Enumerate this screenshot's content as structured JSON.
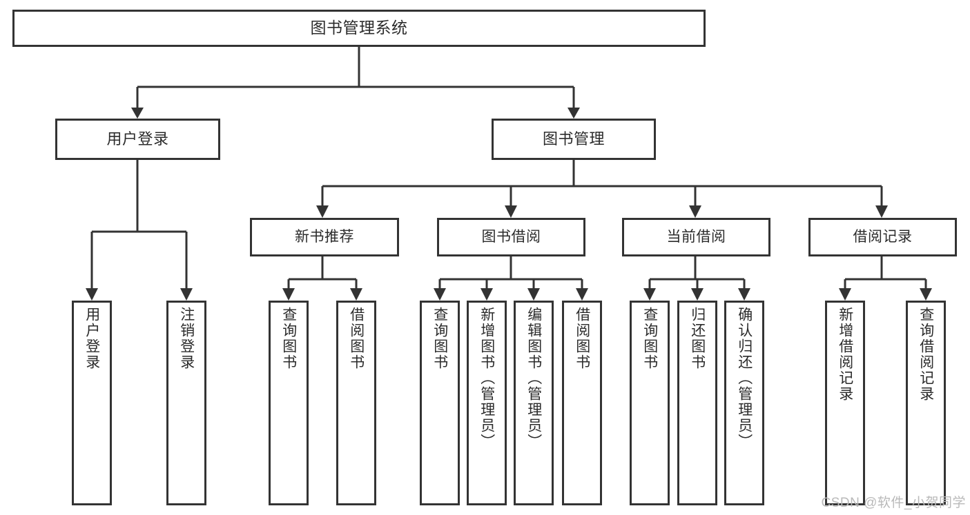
{
  "diagram": {
    "type": "tree",
    "title": "图书管理系统",
    "root": {
      "id": "root",
      "label": "图书管理系统"
    },
    "level1": [
      {
        "id": "user-login",
        "label": "用户登录"
      },
      {
        "id": "book-manage",
        "label": "图书管理"
      }
    ],
    "level2": [
      {
        "id": "new-book-rec",
        "label": "新书推荐",
        "parent": "book-manage"
      },
      {
        "id": "book-borrow",
        "label": "图书借阅",
        "parent": "book-manage"
      },
      {
        "id": "current-borrow",
        "label": "当前借阅",
        "parent": "book-manage"
      },
      {
        "id": "borrow-record",
        "label": "借阅记录",
        "parent": "book-manage"
      }
    ],
    "leaves": {
      "user_login": [
        {
          "id": "leaf-user-login",
          "label": "用户登录"
        },
        {
          "id": "leaf-logout",
          "label": "注销登录"
        }
      ],
      "new_book_rec": [
        {
          "id": "leaf-query-book-1",
          "label": "查询图书"
        },
        {
          "id": "leaf-borrow-book-1",
          "label": "借阅图书"
        }
      ],
      "book_borrow": [
        {
          "id": "leaf-query-book-2",
          "label": "查询图书"
        },
        {
          "id": "leaf-add-book",
          "label": "新增图书（管理员）"
        },
        {
          "id": "leaf-edit-book",
          "label": "编辑图书（管理员）"
        },
        {
          "id": "leaf-borrow-book-2",
          "label": "借阅图书"
        }
      ],
      "current_borrow": [
        {
          "id": "leaf-query-book-3",
          "label": "查询图书"
        },
        {
          "id": "leaf-return-book",
          "label": "归还图书"
        },
        {
          "id": "leaf-confirm-return",
          "label": "确认归还（管理员）"
        }
      ],
      "borrow_record": [
        {
          "id": "leaf-add-record",
          "label": "新增借阅记录"
        },
        {
          "id": "leaf-query-record",
          "label": "查询借阅记录"
        }
      ]
    }
  },
  "watermark": {
    "text": "CSDN @软件_小贺同学"
  },
  "colors": {
    "box_border": "#333333",
    "box_fill": "#ffffff",
    "connector": "#333333",
    "text": "#2b2b2b",
    "watermark": "#b9b9b9",
    "page_background": "#ffffff"
  }
}
